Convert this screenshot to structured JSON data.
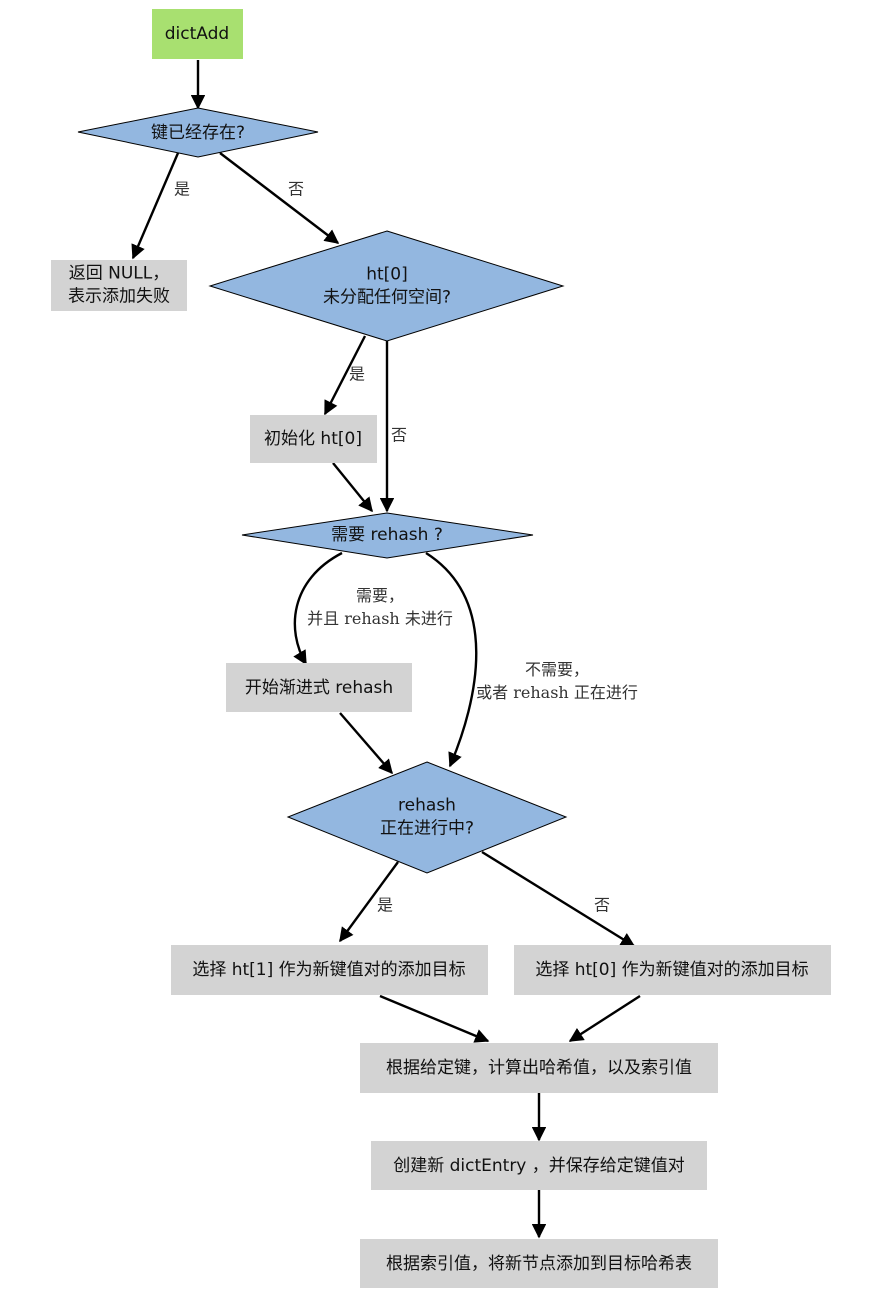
{
  "colors": {
    "start": "#a8e070",
    "decision": "#93b7e0",
    "process": "#d3d3d3",
    "edge": "#000000"
  },
  "nodes": {
    "start": [
      "dictAdd"
    ],
    "key_exists": [
      "键已经存在?"
    ],
    "return_null": [
      "返回 NULL，",
      "表示添加失败"
    ],
    "ht0_empty": [
      "ht[0]",
      "未分配任何空间?"
    ],
    "init_ht0": [
      "初始化 ht[0]"
    ],
    "need_rehash": [
      "需要 rehash ?"
    ],
    "start_rehash": [
      "开始渐进式 rehash"
    ],
    "rehashing": [
      "rehash",
      "正在进行中?"
    ],
    "choose_ht1": [
      "选择 ht[1] 作为新键值对的添加目标"
    ],
    "choose_ht0": [
      "选择 ht[0] 作为新键值对的添加目标"
    ],
    "compute_hash": [
      "根据给定键，计算出哈希值，以及索引值"
    ],
    "create_entry": [
      "创建新 dictEntry ，并保存给定键值对"
    ],
    "add_to_table": [
      "根据索引值，将新节点添加到目标哈希表"
    ]
  },
  "edge_labels": {
    "key_exists_yes": [
      "是"
    ],
    "key_exists_no": [
      "否"
    ],
    "ht0_empty_yes": [
      "是"
    ],
    "ht0_empty_no": [
      "否"
    ],
    "need_rehash_yes": [
      "需要，",
      "并且 rehash 未进行"
    ],
    "need_rehash_no": [
      "不需要，",
      "或者 rehash 正在进行"
    ],
    "rehashing_yes": [
      "是"
    ],
    "rehashing_no": [
      "否"
    ]
  }
}
